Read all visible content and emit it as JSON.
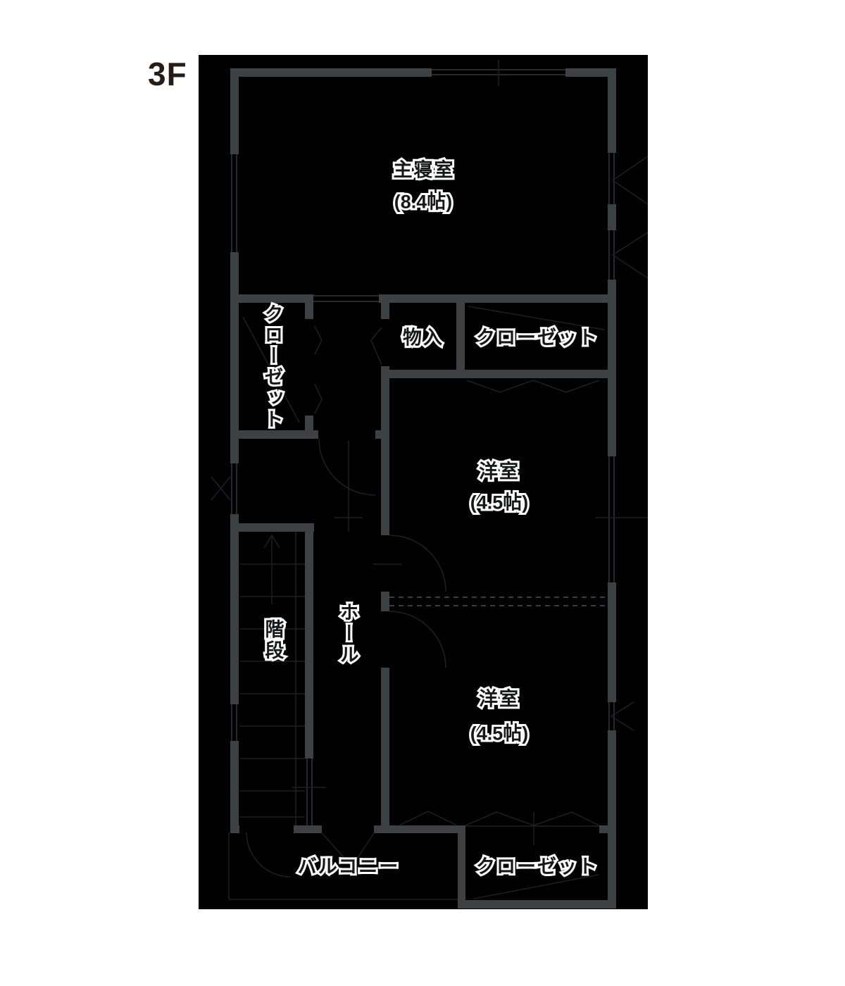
{
  "floor": {
    "label": "3F"
  },
  "colors": {
    "page_bg": "#ffffff",
    "plan_bg": "#000000",
    "wall": "#3e4144",
    "floor_label": "#251c16",
    "label_fill": "#16181a",
    "label_halo": "#ffffff",
    "thin": "#1d2023",
    "winline": "#26282b",
    "dash": "#3a3d41"
  },
  "rooms": {
    "master_bedroom": {
      "name": "主寝室",
      "size": "(8.4帖)"
    },
    "closet_left": {
      "name": "クローゼット"
    },
    "storage": {
      "name": "物入"
    },
    "closet_top": {
      "name": "クローゼット"
    },
    "western_room_1": {
      "name": "洋室",
      "size": "(4.5帖)"
    },
    "stairs": {
      "name": "階段"
    },
    "hall": {
      "name": "ホール"
    },
    "western_room_2": {
      "name": "洋室",
      "size": "(4.5帖)"
    },
    "balcony": {
      "name": "バルコニー"
    },
    "closet_bottom": {
      "name": "クローゼット"
    }
  }
}
